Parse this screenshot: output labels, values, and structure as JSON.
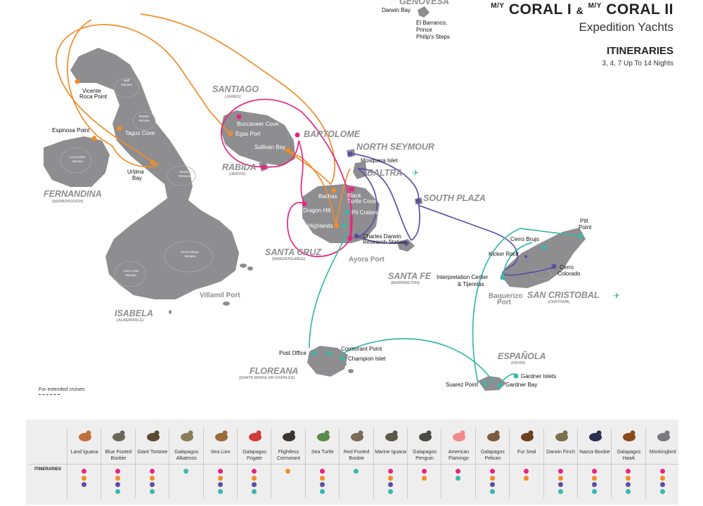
{
  "header": {
    "prefix1": "M/Y",
    "name1": "CORAL I",
    "amp": "&",
    "prefix2": "M/Y",
    "name2": "CORAL II",
    "subtitle": "Expedition Yachts",
    "section": "ITINERARIES",
    "nights": "3, 4, 7 Up To 14 Nights"
  },
  "colors": {
    "magenta": "#e6267f",
    "orange": "#f28c28",
    "purple": "#5c4fa3",
    "teal": "#3bb8a8",
    "island": "#8e8d8f"
  },
  "islands": {
    "genovesa": "GENOVESA",
    "fernandina": "FERNANDINA",
    "fernandina_alt": "(NARBOROUGH)",
    "isabela": "ISABELA",
    "isabela_alt": "(ALBEMARLE)",
    "santiago": "SANTIAGO",
    "santiago_alt": "(JAMES)",
    "bartolome": "BARTOLOME",
    "rabida": "RABIDA",
    "rabida_alt": "(JERVIS)",
    "north_seymour": "NORTH SEYMOUR",
    "baltra": "BALTRA",
    "south_plaza": "SOUTH PLAZA",
    "santa_cruz": "SANTA CRUZ",
    "santa_cruz_alt": "(INDEFATIGABLE)",
    "santa_fe": "SANTA FE",
    "santa_fe_alt": "(BARRINGTON)",
    "san_cristobal": "SAN CRISTOBAL",
    "san_cristobal_alt": "(CHATHAM)",
    "floreana": "FLOREANA",
    "floreana_alt": "(SANTA MARIA OR CHARLES)",
    "espanola": "ESPAÑOLA",
    "espanola_alt": "(HOOD)"
  },
  "volcanoes": {
    "wolf": [
      "Wolf",
      "Volcano"
    ],
    "darwin": [
      "Darwin",
      "Volcano"
    ],
    "alcedo": [
      "Alcedo",
      "Volcano"
    ],
    "sierra_negra": [
      "Sierra Negra",
      "Volcano"
    ],
    "cerro_azul": [
      "Cerro Azul",
      "Volcano"
    ],
    "la_cumbre": [
      "La Cumbre",
      "Volcano"
    ]
  },
  "sites": {
    "darwin_bay": "Darwin Bay",
    "el_barranco": [
      "El Barranco,",
      "Prince",
      "Philip's Steps"
    ],
    "vicente_roca": [
      "Vicente",
      "Roca Point"
    ],
    "espinosa": "Espinosa Point",
    "tagus": "Tagus Cove",
    "urbina": [
      "Urbina",
      "Bay"
    ],
    "buccaneer": "Buccaneer Cove",
    "egas": "Egas Port",
    "sullivan": "Sullivan Bay",
    "mosquera": "Mosquera Islet",
    "bachas": "Bachas",
    "black_turtle": [
      "Black",
      "Turtle Cove"
    ],
    "dragon_hill": "Dragon Hill",
    "pit_craters": "Pit Craters",
    "highlands": "Highlands",
    "cdrs": [
      "Charles Darwin",
      "Research Station"
    ],
    "ayora": "Ayora Port",
    "villamil": "Villamil Port",
    "pitt": [
      "Pitt",
      "Point"
    ],
    "cerro_brujo": "Cerro Brujo",
    "kicker": "Kicker Rock",
    "cerro_colorado": [
      "Cerro",
      "Colorado"
    ],
    "interp": [
      "Interpretation Center",
      "& Tijeretas"
    ],
    "baquerizo": [
      "Baquerizo",
      "Port"
    ],
    "post_office": "Post Office",
    "cormorant": "Cormorant Point",
    "champion": "Champion Islet",
    "gardner_islets": "Gardner Islets",
    "suarez": "Suarez Point",
    "gardner_bay": "Gardner Bay"
  },
  "legend": {
    "extended": "For extended cruises"
  },
  "table": {
    "row_label": "ITINERARIES",
    "animals": [
      {
        "name": "Land Iguana",
        "icon": "land-iguana",
        "color": "#c0703a",
        "itins": [
          "magenta",
          "orange",
          "purple"
        ]
      },
      {
        "name": "Blue Footed Boobie",
        "icon": "blue-footed-boobie",
        "color": "#6b6a5a",
        "itins": [
          "magenta",
          "orange",
          "purple",
          "teal"
        ]
      },
      {
        "name": "Giant Tortoise",
        "icon": "giant-tortoise",
        "color": "#5a4a30",
        "itins": [
          "magenta",
          "orange",
          "purple",
          "teal"
        ]
      },
      {
        "name": "Galapagos Albatross",
        "icon": "albatross",
        "color": "#8a7d5a",
        "itins": [
          "teal"
        ]
      },
      {
        "name": "Sea Lion",
        "icon": "sea-lion",
        "color": "#9a6a3a",
        "itins": [
          "magenta",
          "orange",
          "purple",
          "teal"
        ]
      },
      {
        "name": "Galapagos Frigate",
        "icon": "frigate",
        "color": "#d33a3a",
        "itins": [
          "magenta",
          "orange",
          "purple",
          "teal"
        ]
      },
      {
        "name": "Flightless Cormorant",
        "icon": "cormorant",
        "color": "#3a3530",
        "itins": [
          "orange"
        ]
      },
      {
        "name": "Sea Turtle",
        "icon": "sea-turtle",
        "color": "#5a8a4a",
        "itins": [
          "magenta",
          "orange",
          "purple",
          "teal"
        ]
      },
      {
        "name": "Red Footed Boobie",
        "icon": "red-footed-boobie",
        "color": "#7a6a5a",
        "itins": [
          "teal"
        ]
      },
      {
        "name": "Marine Iguana",
        "icon": "marine-iguana",
        "color": "#5a5a4a",
        "itins": [
          "magenta",
          "orange",
          "purple",
          "teal"
        ]
      },
      {
        "name": "Galapagos Penguin",
        "icon": "penguin",
        "color": "#4a4a48",
        "itins": [
          "magenta",
          "orange"
        ]
      },
      {
        "name": "American Flamingo",
        "icon": "flamingo",
        "color": "#f08a8a",
        "itins": [
          "magenta",
          "teal"
        ]
      },
      {
        "name": "Galapagos Pelican",
        "icon": "pelican",
        "color": "#7a5a40",
        "itins": [
          "magenta",
          "orange",
          "purple",
          "teal"
        ]
      },
      {
        "name": "Fur Seal",
        "icon": "fur-seal",
        "color": "#6a4020",
        "itins": [
          "magenta",
          "orange"
        ]
      },
      {
        "name": "Darwin Finch",
        "icon": "darwin-finch",
        "color": "#7a7050",
        "itins": [
          "magenta",
          "orange",
          "purple",
          "teal"
        ]
      },
      {
        "name": "Nazca Boobie",
        "icon": "nazca-boobie",
        "color": "#2a3050",
        "itins": [
          "magenta",
          "orange",
          "purple",
          "teal"
        ]
      },
      {
        "name": "Galapagos Hawk",
        "icon": "hawk",
        "color": "#8a4a1a",
        "itins": [
          "magenta",
          "orange",
          "purple",
          "teal"
        ]
      },
      {
        "name": "Mockingbird",
        "icon": "mockingbird",
        "color": "#7a7a80",
        "itins": [
          "magenta",
          "orange",
          "purple",
          "teal"
        ]
      }
    ]
  }
}
